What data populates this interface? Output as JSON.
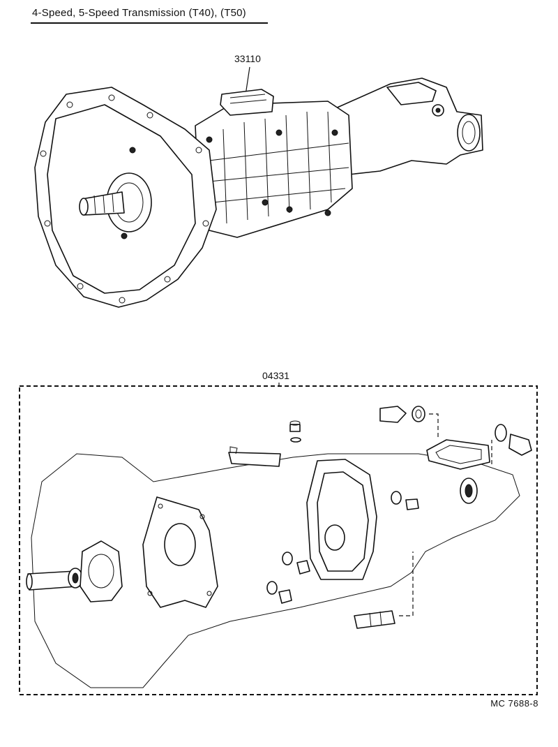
{
  "title": "4-Speed, 5-Speed Transmission (T40), (T50)",
  "part_numbers": {
    "transmission_assembly": "33110",
    "gasket_kit": "04331"
  },
  "footer_code": "MC  7688-8"
}
